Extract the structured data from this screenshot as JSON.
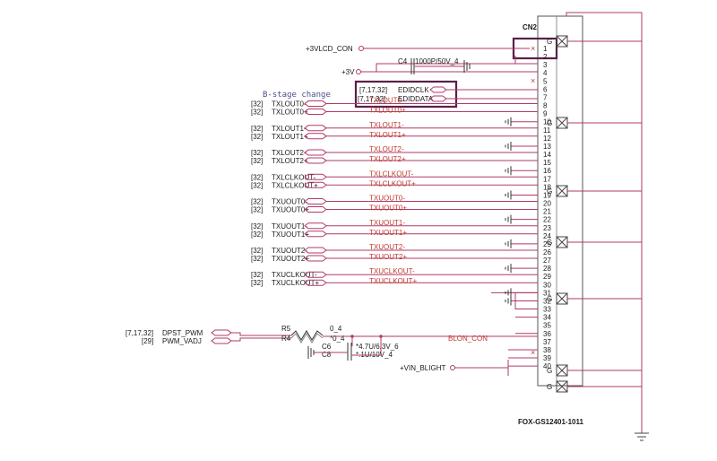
{
  "connector": {
    "refdes": "CN2",
    "part": "FOX-GS12401-1011",
    "pins": [
      "1",
      "2",
      "3",
      "4",
      "5",
      "6",
      "7",
      "8",
      "9",
      "10",
      "11",
      "12",
      "13",
      "14",
      "15",
      "16",
      "17",
      "18",
      "19",
      "20",
      "21",
      "22",
      "23",
      "24",
      "25",
      "26",
      "27",
      "28",
      "29",
      "30",
      "31",
      "32",
      "33",
      "34",
      "35",
      "36",
      "37",
      "38",
      "39",
      "40"
    ],
    "shield_label": "G"
  },
  "annotation": "B-stage change",
  "power": {
    "vlcd": "+3VLCD_CON",
    "v3": "+3V",
    "vin": "+VIN_BLIGHT"
  },
  "cap_c4": {
    "ref": "C4",
    "value": "1000P/50V_4"
  },
  "edid": {
    "ref": "[7,17,32]",
    "clk": "EDIDCLK",
    "data": "EDIDDATA"
  },
  "lvds_pairs": [
    {
      "ref": "[32]",
      "neg": "TXLOUT0-",
      "pos": "TXLOUT0+",
      "net_neg": "TXLOUT0-",
      "net_pos": "TXLOUT0+"
    },
    {
      "ref": "[32]",
      "neg": "TXLOUT1-",
      "pos": "TXLOUT1+",
      "net_neg": "TXLOUT1-",
      "net_pos": "TXLOUT1+"
    },
    {
      "ref": "[32]",
      "neg": "TXLOUT2-",
      "pos": "TXLOUT2+",
      "net_neg": "TXLOUT2-",
      "net_pos": "TXLOUT2+"
    },
    {
      "ref": "[32]",
      "neg": "TXLCLKOUT-",
      "pos": "TXLCLKOUT+",
      "net_neg": "TXLCLKOUT-",
      "net_pos": "TXLCLKOUT+"
    },
    {
      "ref": "[32]",
      "neg": "TXUOUT0-",
      "pos": "TXUOUT0+",
      "net_neg": "TXUOUT0-",
      "net_pos": "TXUOUT0+"
    },
    {
      "ref": "[32]",
      "neg": "TXUOUT1-",
      "pos": "TXUOUT1+",
      "net_neg": "TXUOUT1-",
      "net_pos": "TXUOUT1+"
    },
    {
      "ref": "[32]",
      "neg": "TXUOUT2-",
      "pos": "TXUOUT2+",
      "net_neg": "TXUOUT2-",
      "net_pos": "TXUOUT2+"
    },
    {
      "ref": "[32]",
      "neg": "TXUCLKOUT-",
      "pos": "TXUCLKOUT+",
      "net_neg": "TXUCLKOUT-",
      "net_pos": "TXUCLKOUT+"
    }
  ],
  "pwm": {
    "ref1": "[7,17,32]",
    "sig1": "DPST_PWM",
    "ref2": "[29]",
    "sig2": "PWM_VADJ"
  },
  "r5": {
    "ref": "R5",
    "value": "0_4"
  },
  "r4": {
    "ref": "R4",
    "value": "*0_4"
  },
  "c6": {
    "ref": "C6",
    "value": "*4.7U/6.3V_6"
  },
  "c8": {
    "ref": "C8",
    "value": "*.1U/10V_4"
  },
  "blon": "BLON_CON"
}
